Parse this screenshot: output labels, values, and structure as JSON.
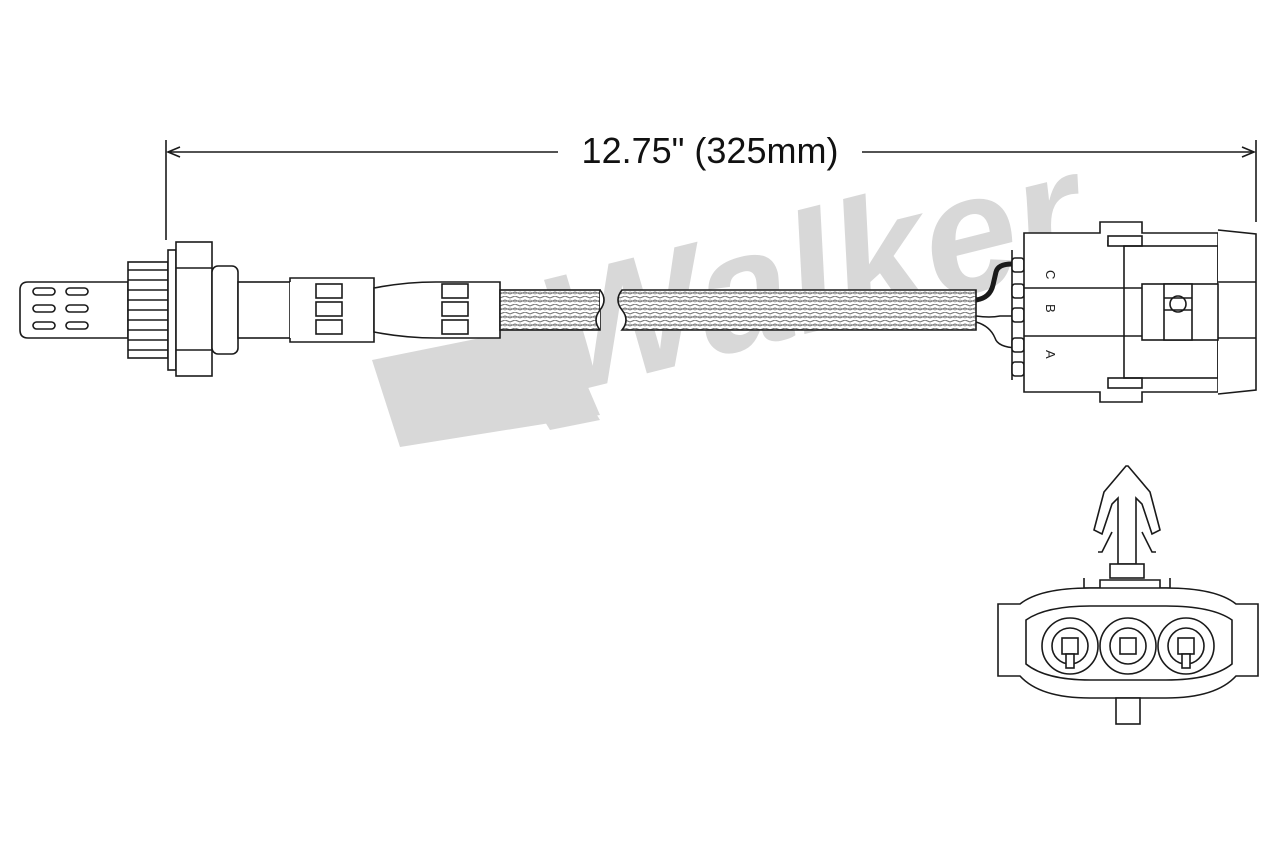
{
  "diagram": {
    "dimension_label": "12.75\" (325mm)",
    "watermark": "Walker",
    "pins": [
      "C",
      "B",
      "A"
    ],
    "colors": {
      "line": "#1a1a1a",
      "fill": "#ffffff",
      "watermark": "#d8d8d8",
      "braid": "#8a8a8a"
    }
  }
}
